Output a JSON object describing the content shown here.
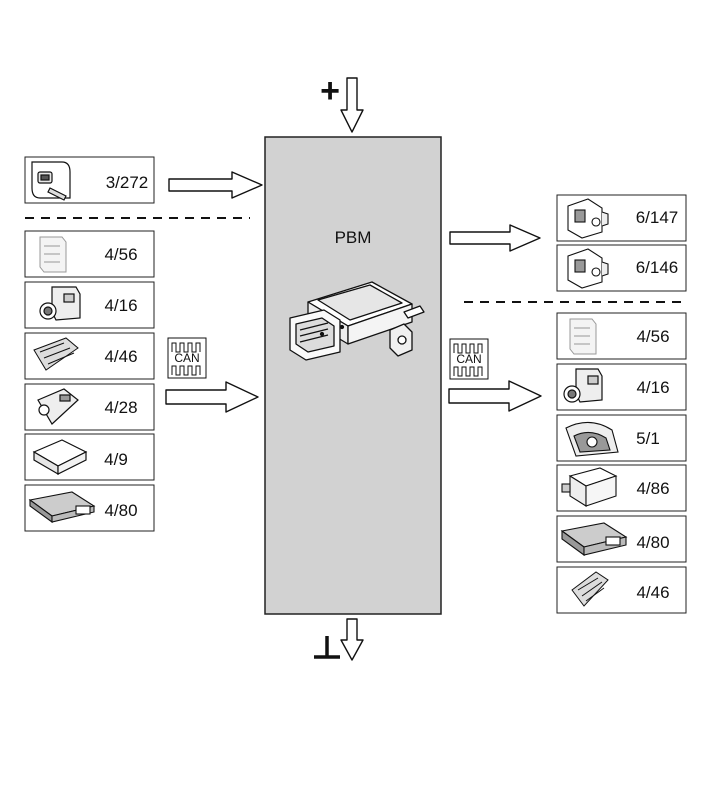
{
  "module": {
    "label": "PBM"
  },
  "power": {
    "plus_symbol": "+",
    "ground_symbol": "ground"
  },
  "bus": {
    "left": "CAN",
    "right": "CAN"
  },
  "left_inputs": {
    "discrete": [
      {
        "code": "3/272",
        "icon": "switch-icon"
      }
    ],
    "can": [
      {
        "code": "4/56",
        "icon": "control-unit-icon"
      },
      {
        "code": "4/16",
        "icon": "camera-unit-icon"
      },
      {
        "code": "4/46",
        "icon": "module-board-icon"
      },
      {
        "code": "4/28",
        "icon": "sensor-unit-icon"
      },
      {
        "code": "4/9",
        "icon": "airbag-unit-icon"
      },
      {
        "code": "4/80",
        "icon": "ecu-icon"
      }
    ]
  },
  "right_outputs": {
    "discrete": [
      {
        "code": "6/147",
        "icon": "actuator-icon"
      },
      {
        "code": "6/146",
        "icon": "actuator-icon"
      }
    ],
    "can": [
      {
        "code": "4/56",
        "icon": "control-unit-icon"
      },
      {
        "code": "4/16",
        "icon": "camera-unit-icon"
      },
      {
        "code": "5/1",
        "icon": "instrument-cluster-icon"
      },
      {
        "code": "4/86",
        "icon": "connector-module-icon"
      },
      {
        "code": "4/80",
        "icon": "ecu-icon"
      },
      {
        "code": "4/46",
        "icon": "module-board-icon"
      }
    ]
  }
}
